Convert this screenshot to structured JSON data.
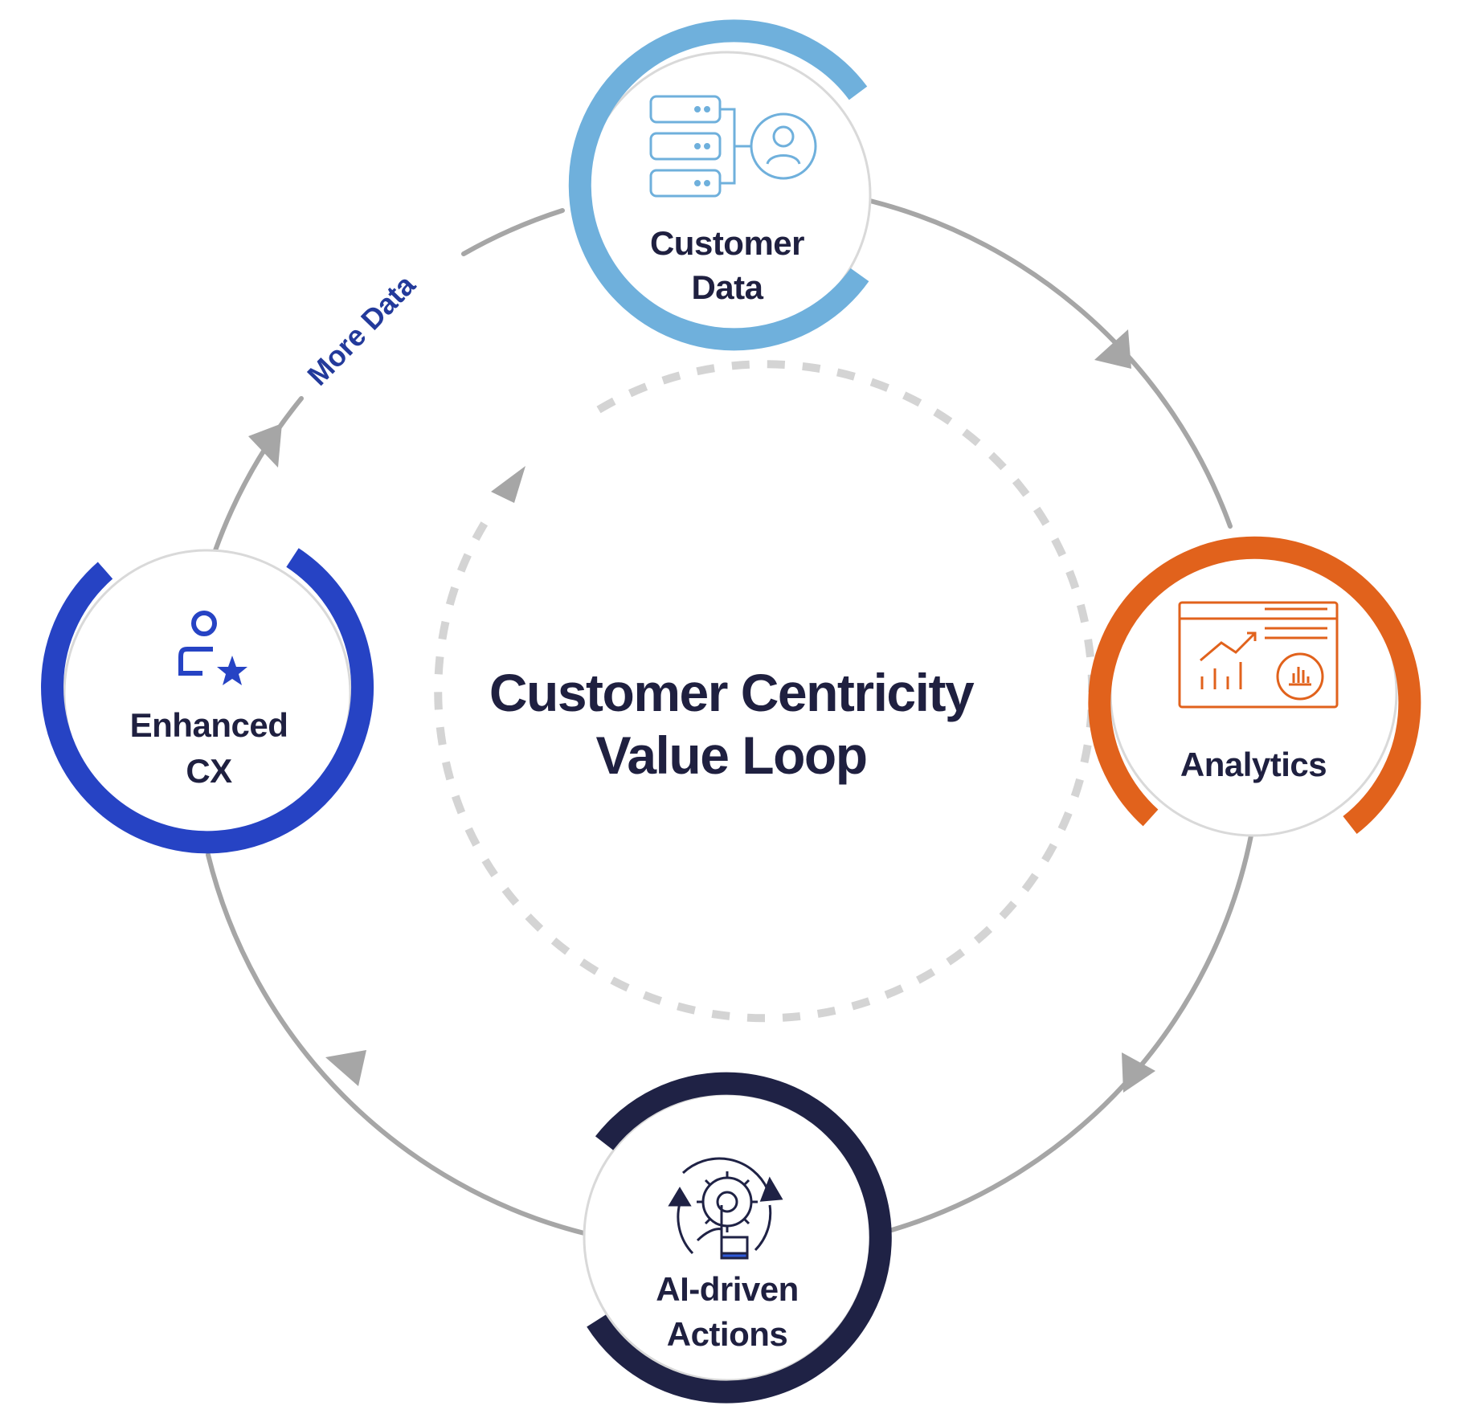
{
  "center": {
    "title_line1": "Customer Centricity",
    "title_line2": "Value Loop"
  },
  "loop_label": "More Data",
  "colors": {
    "background": "#ffffff",
    "connector": "#a6a6a6",
    "dashed_ring": "#d4d4d4",
    "node_fill": "#ffffff",
    "node_border": "#d9d9d9",
    "text": "#1f2040"
  },
  "nodes": [
    {
      "id": "customer-data",
      "label_lines": [
        "Customer",
        "Data"
      ],
      "accent": "#6fb0dc",
      "icon": "database-user-icon"
    },
    {
      "id": "analytics",
      "label_lines": [
        "Analytics"
      ],
      "accent": "#e1621c",
      "icon": "analytics-dashboard-icon"
    },
    {
      "id": "ai-driven-actions",
      "label_lines": [
        "AI-driven",
        "Actions"
      ],
      "accent": "#1f2245",
      "icon": "gear-touch-cycle-icon"
    },
    {
      "id": "enhanced-cx",
      "label_lines": [
        "Enhanced",
        "CX"
      ],
      "accent": "#2643c4",
      "icon": "user-star-icon"
    }
  ]
}
